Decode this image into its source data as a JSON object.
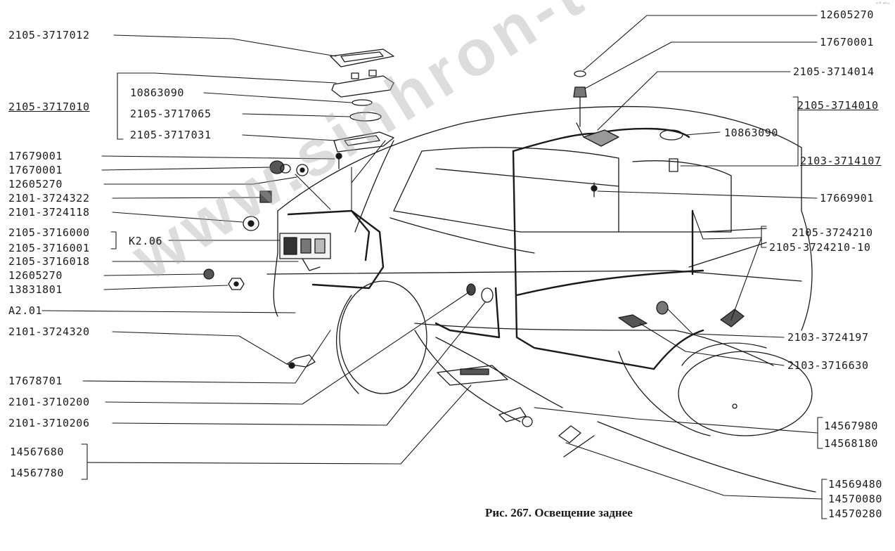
{
  "caption": "Рис. 267. Освещение заднее",
  "watermark": "www.sinhron-too.kz",
  "corner_mark": "ᵐ° ʷᵏᵃ",
  "labels_left": {
    "l_3717012": "2105-3717012",
    "l_3717010": "2105-3717010",
    "l_10863090": "10863090",
    "l_3717065": "2105-3717065",
    "l_3717031": "2105-3717031",
    "l_17679001": "17679001",
    "l_17670001": "17670001",
    "l_12605270a": "12605270",
    "l_3724322": "2101-3724322",
    "l_3724118": "2101-3724118",
    "l_3716000": "2105-3716000",
    "l_3716001": "2105-3716001",
    "l_k206": "K2.06",
    "l_3716018": "2105-3716018",
    "l_12605270b": "12605270",
    "l_13831801": "13831801",
    "l_a201": "A2.01",
    "l_3724320": "2101-3724320",
    "l_17678701": "17678701",
    "l_3710200": "2101-3710200",
    "l_3710206": "2101-3710206",
    "l_14567680": "14567680",
    "l_14567780": "14567780"
  },
  "labels_right": {
    "r_12605270": "12605270",
    "r_17670001": "17670001",
    "r_3714014": "2105-3714014",
    "r_3714010": "2105-3714010",
    "r_10863090": "10863090",
    "r_3714107": "2103-3714107",
    "r_17669901": "17669901",
    "r_3724210": "2105-3724210",
    "r_3724210_10": "2105-3724210-10",
    "r_3724197": "2103-3724197",
    "r_3716630": "2103-3716630",
    "r_14567980": "14567980",
    "r_14568180": "14568180",
    "r_14569480": "14569480",
    "r_14570080": "14570080",
    "r_14570280": "14570280"
  }
}
